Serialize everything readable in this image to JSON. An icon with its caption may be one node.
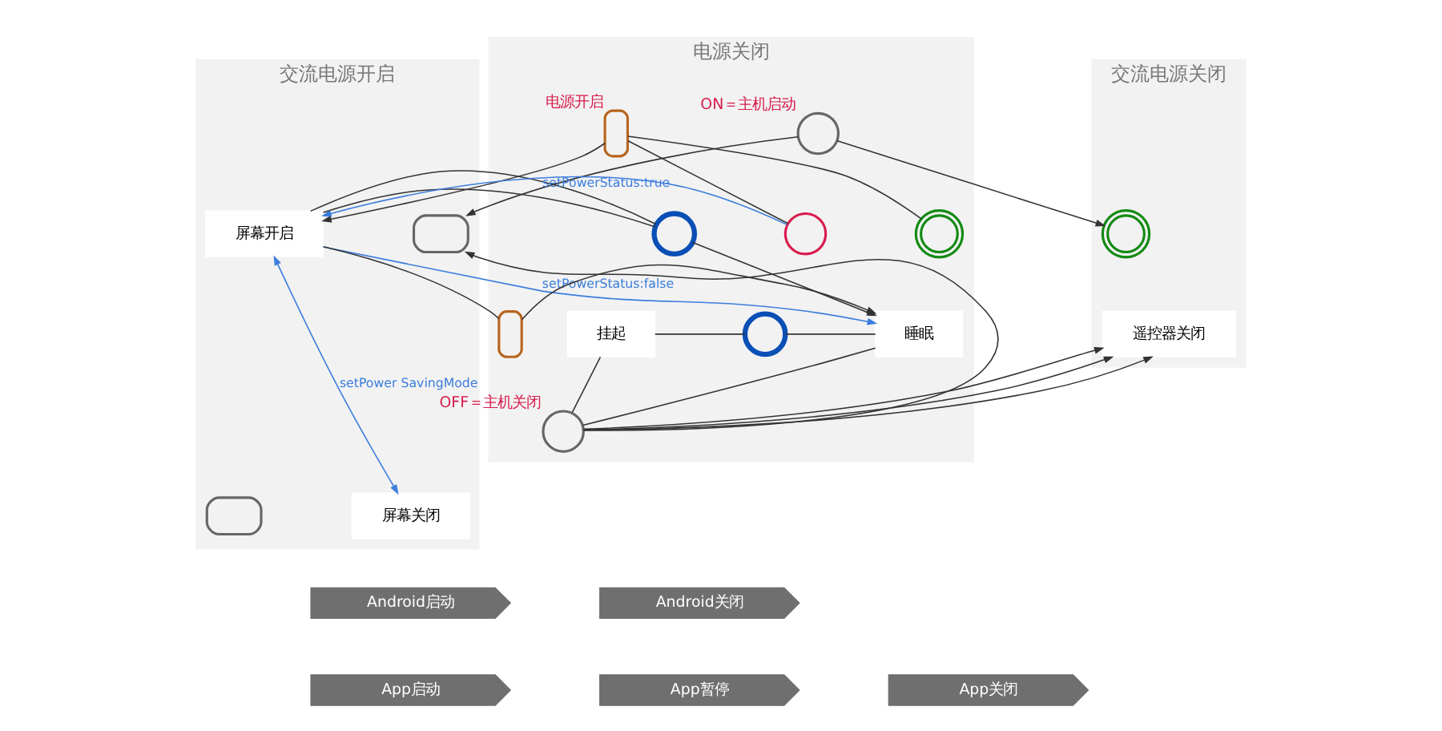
{
  "diagram": {
    "nodes": [
      {
        "text": [
          "交流电源开启"
        ]
      },
      {
        "text": [
          "电源关闭"
        ]
      },
      {
        "text": [
          "交流电源关闭"
        ]
      },
      {
        "text": [],
        "shape": "circle",
        "in": 1,
        "beside": [
          "ON＝主机启动"
        ]
      },
      {
        "text": [],
        "shape": "remote",
        "in": 1,
        "beside": [
          "电源开启"
        ]
      },
      {
        "text": [],
        "shape": "monitor",
        "in": 0
      },
      {
        "text": [
          "屏幕开启"
        ],
        "in": 0
      },
      {
        "text": [],
        "shape": "clock",
        "in": 1
      },
      {
        "text": [],
        "shape": "circle",
        "in": 1
      },
      {
        "text": [],
        "shape": "power",
        "in": 1
      },
      {
        "text": [],
        "shape": "power",
        "in": 2
      },
      {
        "text": [
          "睡眠"
        ],
        "in": 1
      },
      {
        "text": [],
        "shape": "clock",
        "in": 1
      },
      {
        "text": [
          "挂起"
        ],
        "in": 1
      },
      {
        "text": [
          "遥控器关闭"
        ],
        "in": 2
      },
      {
        "text": [],
        "shape": "remote",
        "in": 1
      },
      {
        "text": [],
        "shape": "circle",
        "in": 1,
        "beside": [
          "OFF＝主机关闭"
        ]
      },
      {
        "text": [],
        "shape": "monitor",
        "in": 0
      },
      {
        "text": [
          "屏幕关闭"
        ],
        "in": 0
      },
      {
        "text": [
          "Android启动"
        ]
      },
      {
        "text": [
          "Android关闭"
        ]
      },
      {
        "text": [
          "App启动"
        ]
      },
      {
        "text": [
          "App暂停"
        ]
      },
      {
        "text": [
          "App关闭"
        ]
      }
    ],
    "edges": [
      {
        "from": 3,
        "to": 5,
        "arrow": "to"
      },
      {
        "from": 3,
        "to": 10,
        "arrow": "to"
      },
      {
        "from": 4,
        "to": 6,
        "arrow": "to"
      },
      {
        "from": 8,
        "to": 4,
        "arrow": "none"
      },
      {
        "from": 9,
        "to": 4,
        "arrow": "none"
      },
      {
        "from": 8,
        "to": 6,
        "arrow": "to",
        "label": "setPowerStatus:true",
        "color": "#3b7ddd"
      },
      {
        "from": 6,
        "to": 7,
        "arrow": "none"
      },
      {
        "from": 7,
        "to": 11,
        "arrow": "to"
      },
      {
        "from": 6,
        "to": 11,
        "arrow": "to",
        "label": "setPowerStatus:false",
        "color": "#3b7ddd"
      },
      {
        "from": 6,
        "to": 15,
        "arrow": "none"
      },
      {
        "from": 15,
        "to": 11,
        "arrow": "to"
      },
      {
        "from": 6,
        "to": 18,
        "arrow": "both",
        "label": "setPower SavingMode",
        "color": "#3b7ddd"
      },
      {
        "from": 11,
        "to": 12,
        "arrow": "none"
      },
      {
        "from": 12,
        "to": 13,
        "arrow": "none"
      },
      {
        "from": 11,
        "to": 16,
        "arrow": "none"
      },
      {
        "from": 13,
        "to": 16,
        "arrow": "none"
      },
      {
        "from": 16,
        "to": 14,
        "arrow": "to"
      },
      {
        "from": 16,
        "to": 14,
        "arrow": "to"
      },
      {
        "from": 16,
        "to": 14,
        "arrow": "to"
      },
      {
        "from": 16,
        "to": 5,
        "arrow": "to"
      }
    ]
  }
}
